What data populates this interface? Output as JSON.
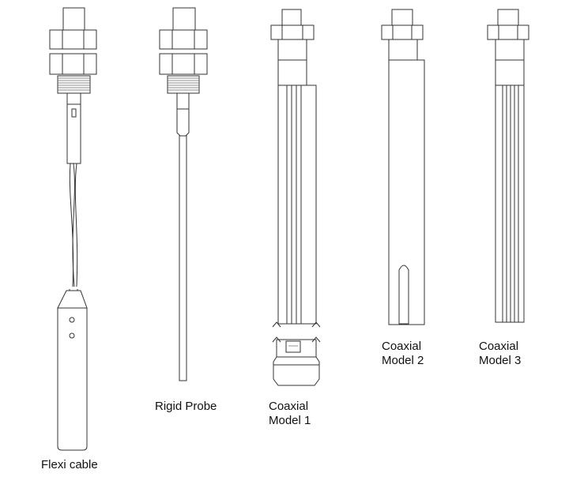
{
  "probes": [
    {
      "id": "flexi",
      "label_lines": [
        "Flexi cable"
      ]
    },
    {
      "id": "rigid",
      "label_lines": [
        "Rigid Probe"
      ]
    },
    {
      "id": "coax1",
      "label_lines": [
        "Coaxial",
        "Model 1"
      ]
    },
    {
      "id": "coax2",
      "label_lines": [
        "Coaxial",
        "Model 2"
      ]
    },
    {
      "id": "coax3",
      "label_lines": [
        "Coaxial",
        "Model 3"
      ]
    }
  ]
}
